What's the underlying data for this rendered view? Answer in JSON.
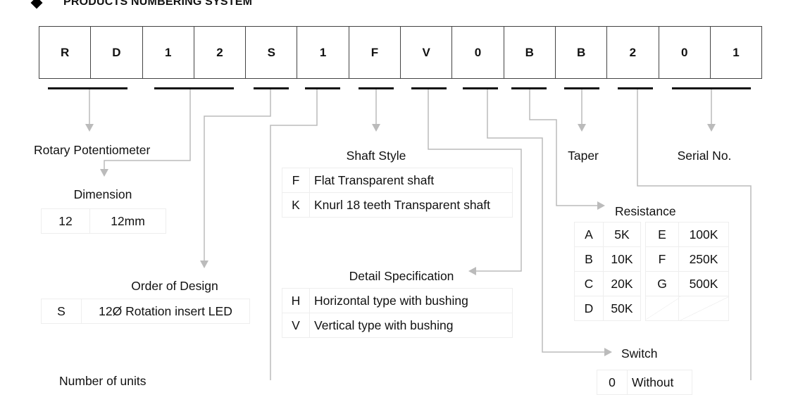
{
  "title": "PRODUCTS NUMBERING SYSTEM",
  "code": [
    "R",
    "D",
    "1",
    "2",
    "S",
    "1",
    "F",
    "V",
    "0",
    "B",
    "B",
    "2",
    "0",
    "1"
  ],
  "labels": {
    "rotary": "Rotary Potentiometer",
    "dimension": "Dimension",
    "order": "Order of Design",
    "units": "Number of units",
    "shaft": "Shaft Style",
    "detail": "Detail Specification",
    "taper": "Taper",
    "serial": "Serial No.",
    "resistance": "Resistance",
    "switch": "Switch"
  },
  "dimension_table": [
    {
      "code": "12",
      "value": "12mm"
    }
  ],
  "order_table": [
    {
      "code": "S",
      "value": "12Ø Rotation insert LED"
    }
  ],
  "shaft_table": [
    {
      "code": "F",
      "value": "Flat Transparent shaft"
    },
    {
      "code": "K",
      "value": "Knurl 18 teeth Transparent shaft"
    }
  ],
  "detail_table": [
    {
      "code": "H",
      "value": "Horizontal type with bushing"
    },
    {
      "code": "V",
      "value": "Vertical type with bushing"
    }
  ],
  "resistance_table": [
    {
      "c1": "A",
      "v1": "5K",
      "c2": "E",
      "v2": "100K"
    },
    {
      "c1": "B",
      "v1": "10K",
      "c2": "F",
      "v2": "250K"
    },
    {
      "c1": "C",
      "v1": "20K",
      "c2": "G",
      "v2": "500K"
    },
    {
      "c1": "D",
      "v1": "50K",
      "c2": "",
      "v2": ""
    }
  ],
  "switch_table": [
    {
      "code": "0",
      "value": "Without"
    }
  ]
}
